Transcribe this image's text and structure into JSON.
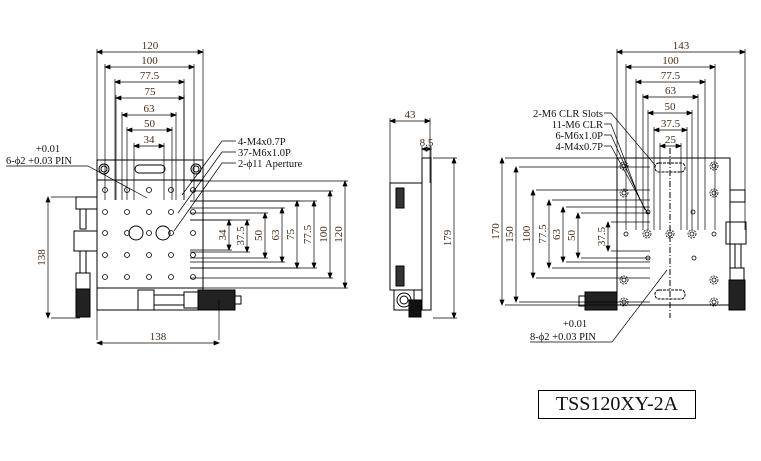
{
  "top_view": {
    "horizontal_dims": [
      "120",
      "100",
      "77.5",
      "75",
      "63",
      "50",
      "34"
    ],
    "vertical_dims": [
      "34",
      "37.5",
      "50",
      "63",
      "75",
      "77.5",
      "100",
      "120"
    ],
    "left_dim": "138",
    "bottom_dim": "138",
    "callouts": [
      "4-M4x0.7P",
      "37-M6x1.0P",
      "2-ϕ11 Aperture"
    ],
    "pin_tolerance": "+0.01",
    "pin_label": "6-ϕ2 +0.03 PIN"
  },
  "side_view": {
    "dims": [
      "43",
      "8.5",
      "179"
    ]
  },
  "bottom_view": {
    "horizontal_dims": [
      "143",
      "100",
      "77.5",
      "63",
      "50",
      "37.5",
      "25"
    ],
    "vertical_dims": [
      "170",
      "150",
      "100",
      "77.5",
      "63",
      "50",
      "37.5"
    ],
    "callouts": [
      "2-M6 CLR Slots",
      "11-M6 CLR",
      "6-M6x1.0P",
      "4-M4x0.7P"
    ],
    "pin_tolerance": "+0.01",
    "pin_label": "8-ϕ2 +0.03 PIN"
  },
  "model": "TSS120XY-2A"
}
